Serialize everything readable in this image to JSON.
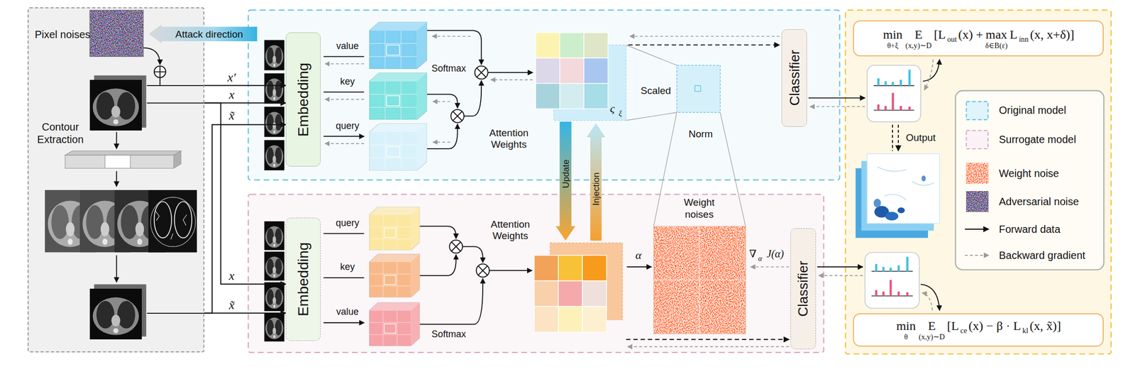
{
  "diagram": {
    "nodes": [
      {
        "text": [
          "Pixel noises",
          "Contour Extraction"
        ]
      },
      {
        "text": [
          "Attack direction"
        ]
      },
      {
        "text": [
          "Embedding"
        ]
      },
      {
        "text": [
          "Classifier"
        ]
      },
      {
        "text": [
          "Update"
        ]
      },
      {
        "text": [
          "Injection"
        ]
      },
      {
        "text": [
          "Embedding"
        ]
      },
      {
        "text": [
          "Classifier"
        ]
      },
      {
        "text": [
          "min",
          "θ+ξ",
          "E",
          "(x,y)∼D",
          "[L",
          "out",
          "(x) +",
          "max",
          "δ∈B(ε)",
          "L",
          "inn",
          "(x, x+δ)]"
        ]
      },
      {
        "text": [
          "min",
          "θ",
          "E",
          "(x,y)∼D",
          "[L",
          "ce",
          "(x) − β · L",
          "kl",
          "(x, x̃)]"
        ]
      }
    ],
    "edges": [
      {
        "from": 0,
        "to": 2,
        "label": "x′",
        "arrow": "to"
      },
      {
        "from": 0,
        "to": 2,
        "label": "x",
        "arrow": "to"
      },
      {
        "from": 0,
        "to": 2,
        "label": "x̃",
        "arrow": "to"
      },
      {
        "from": 0,
        "to": 6,
        "label": "x",
        "arrow": "to"
      },
      {
        "from": 0,
        "to": 6,
        "label": "x̃",
        "arrow": "to"
      }
    ],
    "labels": [
      "value",
      "key",
      "query",
      "Softmax",
      "Attention Weights",
      "ς",
      "ξ",
      "Scaled",
      "Norm",
      "query",
      "key",
      "value",
      "Softmax",
      "Attention Weights",
      "α",
      "Weight noises",
      "∇",
      "α",
      "J(α)",
      "Output"
    ],
    "legend": [
      {
        "text": "Original model"
      },
      {
        "text": "Surrogate model"
      },
      {
        "text": "Weight noise"
      },
      {
        "text": "Adversarial noise"
      },
      {
        "text": "Forward data"
      },
      {
        "text": "Backward gradient"
      }
    ]
  }
}
